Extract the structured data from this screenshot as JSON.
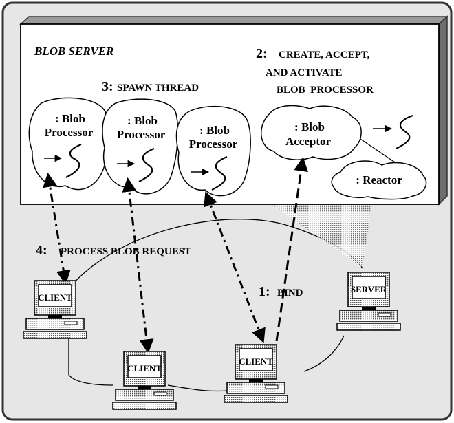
{
  "server_box": {
    "title": "BLOB SERVER"
  },
  "steps": {
    "step1": {
      "num": "1:",
      "text": "BIND"
    },
    "step2": {
      "num": "2:",
      "line1": "CREATE, ACCEPT,",
      "line2": "AND ACTIVATE",
      "line3": "BLOB_PROCESSOR"
    },
    "step3": {
      "num": "3:",
      "text": "SPAWN THREAD"
    },
    "step4": {
      "num": "4:",
      "text": "PROCESS BLOB REQUEST"
    }
  },
  "components": {
    "processor1": {
      "line1": ": Blob",
      "line2": "Processor"
    },
    "processor2": {
      "line1": ": Blob",
      "line2": "Processor"
    },
    "processor3": {
      "line1": ": Blob",
      "line2": "Processor"
    },
    "acceptor": {
      "line1": ": Blob",
      "line2": "Acceptor"
    },
    "reactor": {
      "label": ": Reactor"
    }
  },
  "machines": {
    "client_left": "CLIENT",
    "client_bottom_left": "CLIENT",
    "client_bottom_right": "CLIENT",
    "server": "SERVER"
  },
  "colors": {
    "panel_bg": "#e6e6e6",
    "frame": "#333333",
    "depth_shade": "#7a7a7a",
    "stand_shade": "#9a9a9a"
  }
}
